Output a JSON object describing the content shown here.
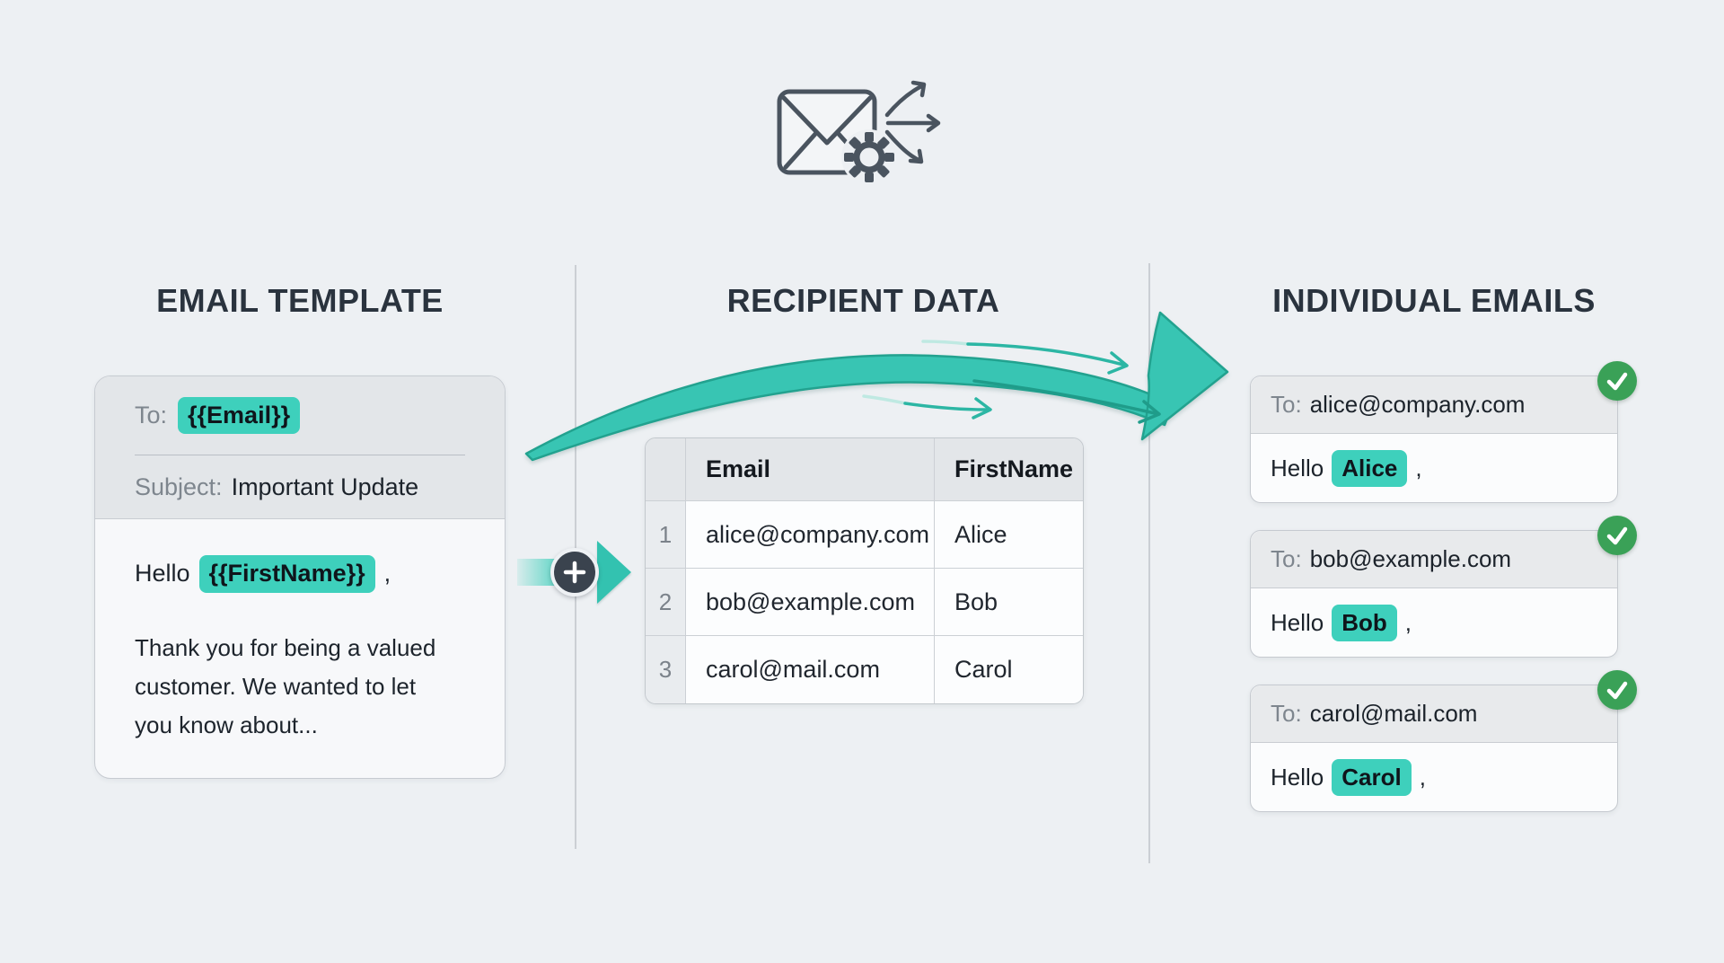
{
  "colors": {
    "background": "#edf0f3",
    "accent_teal": "#3ed0bc",
    "arrow_teal": "#38c5b3",
    "badge_green": "#3aa157",
    "heading": "#2a333e",
    "plus_circle": "#3a434e"
  },
  "icons": {
    "hero": "mail-merge-icon",
    "connector_plus": "plus-icon",
    "connector_arrow": "arrow-right-icon",
    "flow_arrow": "curved-arrow-icon",
    "badge": "check-icon"
  },
  "columns": {
    "template": {
      "heading": "EMAIL TEMPLATE",
      "card": {
        "to_label": "To:",
        "to_token": "{{Email}}",
        "subject_label": "Subject:",
        "subject_value": "Important Update",
        "greeting_prefix": "Hello",
        "greeting_token": "{{FirstName}}",
        "greeting_suffix": ",",
        "body_lines": {
          "l1": "Thank you for being a valued",
          "l2": "customer. We wanted to let",
          "l3": "you know about..."
        }
      }
    },
    "data": {
      "heading": "RECIPIENT DATA",
      "table": {
        "columns": [
          "Email",
          "FirstName"
        ],
        "rows": [
          {
            "num": "1",
            "email": "alice@company.com",
            "first_name": "Alice"
          },
          {
            "num": "2",
            "email": "bob@example.com",
            "first_name": "Bob"
          },
          {
            "num": "3",
            "email": "carol@mail.com",
            "first_name": "Carol"
          }
        ]
      }
    },
    "output": {
      "heading": "INDIVIDUAL EMAILS",
      "emails": [
        {
          "to_label": "To:",
          "to": "alice@company.com",
          "greeting_prefix": "Hello",
          "name": "Alice",
          "greeting_suffix": ","
        },
        {
          "to_label": "To:",
          "to": "bob@example.com",
          "greeting_prefix": "Hello",
          "name": "Bob",
          "greeting_suffix": ","
        },
        {
          "to_label": "To:",
          "to": "carol@mail.com",
          "greeting_prefix": "Hello",
          "name": "Carol",
          "greeting_suffix": ","
        }
      ]
    }
  }
}
